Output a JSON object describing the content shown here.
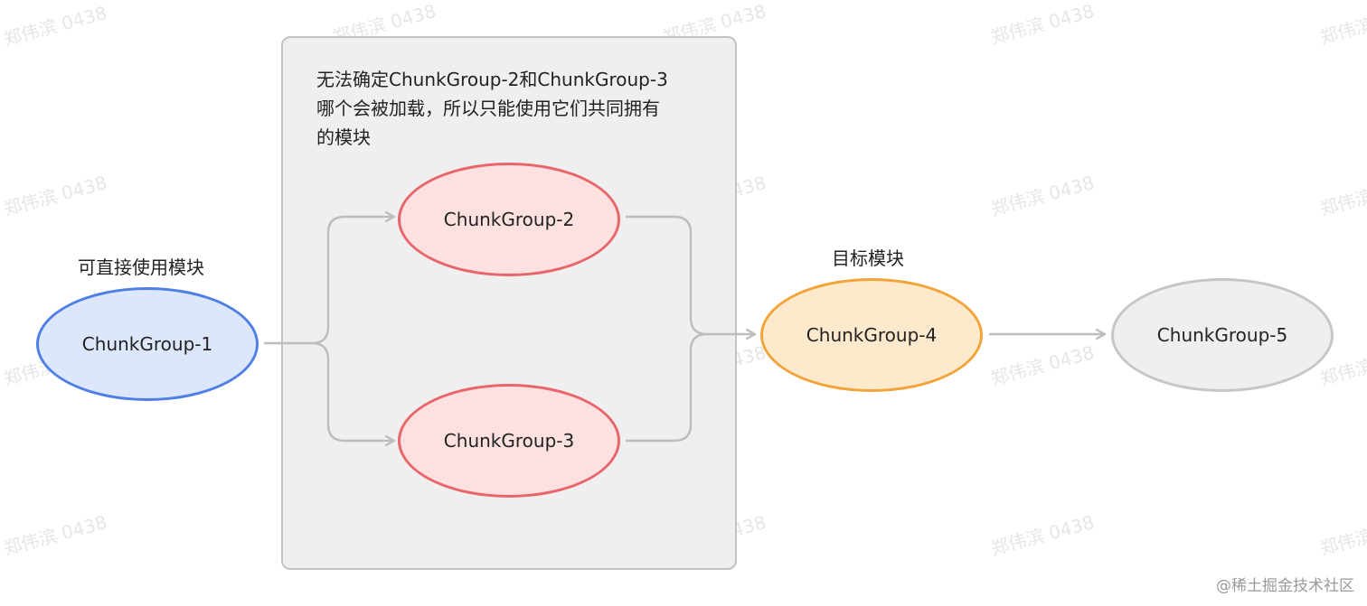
{
  "watermark": "郑伟滨 0438",
  "group": {
    "note_lines": [
      "无法确定ChunkGroup-2和ChunkGroup-3",
      "哪个会被加载，所以只能使用它们共同拥有",
      "的模块"
    ]
  },
  "nodes": {
    "cg1": "ChunkGroup-1",
    "cg2": "ChunkGroup-2",
    "cg3": "ChunkGroup-3",
    "cg4": "ChunkGroup-4",
    "cg5": "ChunkGroup-5"
  },
  "labels": {
    "direct_modules": "可直接使用模块",
    "target_module": "目标模块"
  },
  "credit": "@稀土掘金技术社区",
  "colors": {
    "cg1_fill": "#dde7fb",
    "cg1_stroke": "#4f7fe6",
    "red_fill": "#fde0e0",
    "red_stroke": "#e8666a",
    "orange_fill": "#fde9cc",
    "orange_stroke": "#f2a33a",
    "grey_fill": "#efefef",
    "grey_stroke": "#c6c6c6",
    "edge": "#bdbdbd"
  }
}
